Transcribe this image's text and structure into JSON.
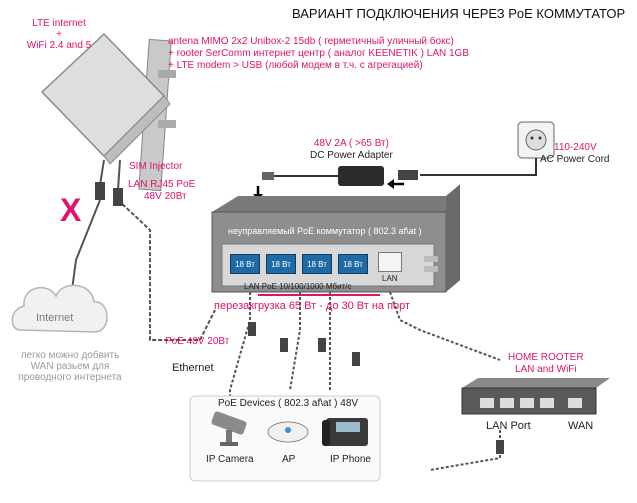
{
  "title": "ВАРИАНТ ПОДКЛЮЧЕНИЯ ЧЕРЕЗ PoE КОММУТАТОР",
  "antenna_left": [
    "LTE internet",
    "+",
    "WiFi 2.4 and 5"
  ],
  "antenna_desc": [
    "antena MIMO 2x2 Unibox-2  15db ( герметичный уличный бокс)",
    "+ rooter SerComm  интернет центр ( аналог KEENETIK ) LAN 1GB",
    "+ LTE modem > USB  (любой модем в т.ч. с агрегацией)"
  ],
  "sim_injector": "SIM Injector",
  "lan_rj45": [
    "LAN RJ45 PoE",
    "48V 20Вт"
  ],
  "adapter": [
    "48V 2A ( >65 Вт)",
    "DC Power Adapter"
  ],
  "ac_cord": [
    "110-240V",
    "AC Power Cord"
  ],
  "switch": {
    "label": "неуправляемый PoE коммутатор ( 802.3 af\\at )",
    "ports": [
      "18 Вт",
      "18 Вт",
      "18 Вт",
      "18 Вт"
    ],
    "lan_label": "LAN",
    "lan_poe": "LAN PoE 10/100/1000 Мбит/с"
  },
  "overload": "перезакгрузка 65 Вт - до 30 Вт на порт",
  "poe_48": "PoE 48V 20Вт",
  "ethernet": "Ethernet",
  "internet": "Internet",
  "x_mark": "X",
  "wan_note": [
    "легко можно добвить",
    "WAN разьем для",
    "проводного интернета"
  ],
  "home_router": [
    "HOME ROOTER",
    "LAN and WiFi"
  ],
  "lan_port": "LAN Port",
  "wan": "WAN",
  "devices_header": "PoE Devices ( 802.3 af\\at ) 48V",
  "devices": [
    "IP Camera",
    "AP",
    "IP Phone"
  ],
  "colors": {
    "accent": "#e0136b",
    "port": "#1f6aa5"
  }
}
